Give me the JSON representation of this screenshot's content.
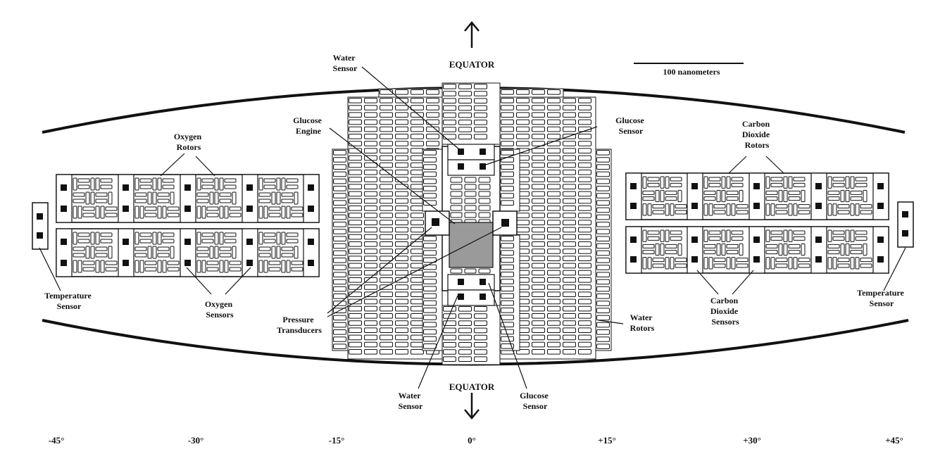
{
  "labels": {
    "equator_top": "EQUATOR",
    "equator_bottom": "EQUATOR",
    "scale_bar": "100 nanometers",
    "water_sensor_top": [
      "Water",
      "Sensor"
    ],
    "glucose_engine": [
      "Glucose",
      "Engine"
    ],
    "glucose_sensor_top": [
      "Glucose",
      "Sensor"
    ],
    "oxygen_rotors": [
      "Oxygen",
      "Rotors"
    ],
    "co2_rotors": [
      "Carbon",
      "Dioxide",
      "Rotors"
    ],
    "temperature_sensor_left": [
      "Temperature",
      "Sensor"
    ],
    "oxygen_sensors": [
      "Oxygen",
      "Sensors"
    ],
    "pressure_transducers": [
      "Pressure",
      "Transducers"
    ],
    "water_rotors": [
      "Water",
      "Rotors"
    ],
    "co2_sensors": [
      "Carbon",
      "Dioxide",
      "Sensors"
    ],
    "temperature_sensor_right": [
      "Temperature",
      "Sensor"
    ],
    "water_sensor_bottom": [
      "Water",
      "Sensor"
    ],
    "glucose_sensor_bottom": [
      "Glucose",
      "Sensor"
    ]
  },
  "ticks": [
    "-45°",
    "-30°",
    "-15°",
    "0°",
    "+15°",
    "+30°",
    "+45°"
  ],
  "colors": {
    "ink": "#111111",
    "rotor_fill": "#ffffff",
    "core_fill": "#9a9a9a"
  },
  "icons": {
    "north_arrow": "arrow-up-icon",
    "south_arrow": "arrow-down-icon"
  }
}
